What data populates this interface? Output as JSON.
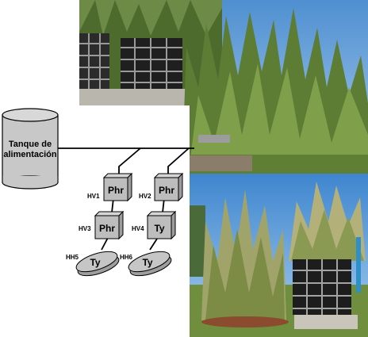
{
  "diagram": {
    "feed_tank_label_line1": "Tanque de",
    "feed_tank_label_line2": "alimentación",
    "units": [
      {
        "code": "HV1",
        "plant": "Phr"
      },
      {
        "code": "HV2",
        "plant": "Phr"
      },
      {
        "code": "HV3",
        "plant": "Phr"
      },
      {
        "code": "HV4",
        "plant": "Ty"
      },
      {
        "code": "HH5",
        "plant": "Ty"
      },
      {
        "code": "HH6",
        "plant": "Ty"
      }
    ]
  },
  "colors": {
    "tank_fill": "#c8c8c8",
    "box_fill": "#bdbdbd",
    "line": "#000000",
    "sky": "#6ea9dd",
    "foliage": "#7a9a4a"
  },
  "photos": {
    "top": "top-wetland-photo",
    "bottom": "bottom-wetland-photo"
  }
}
